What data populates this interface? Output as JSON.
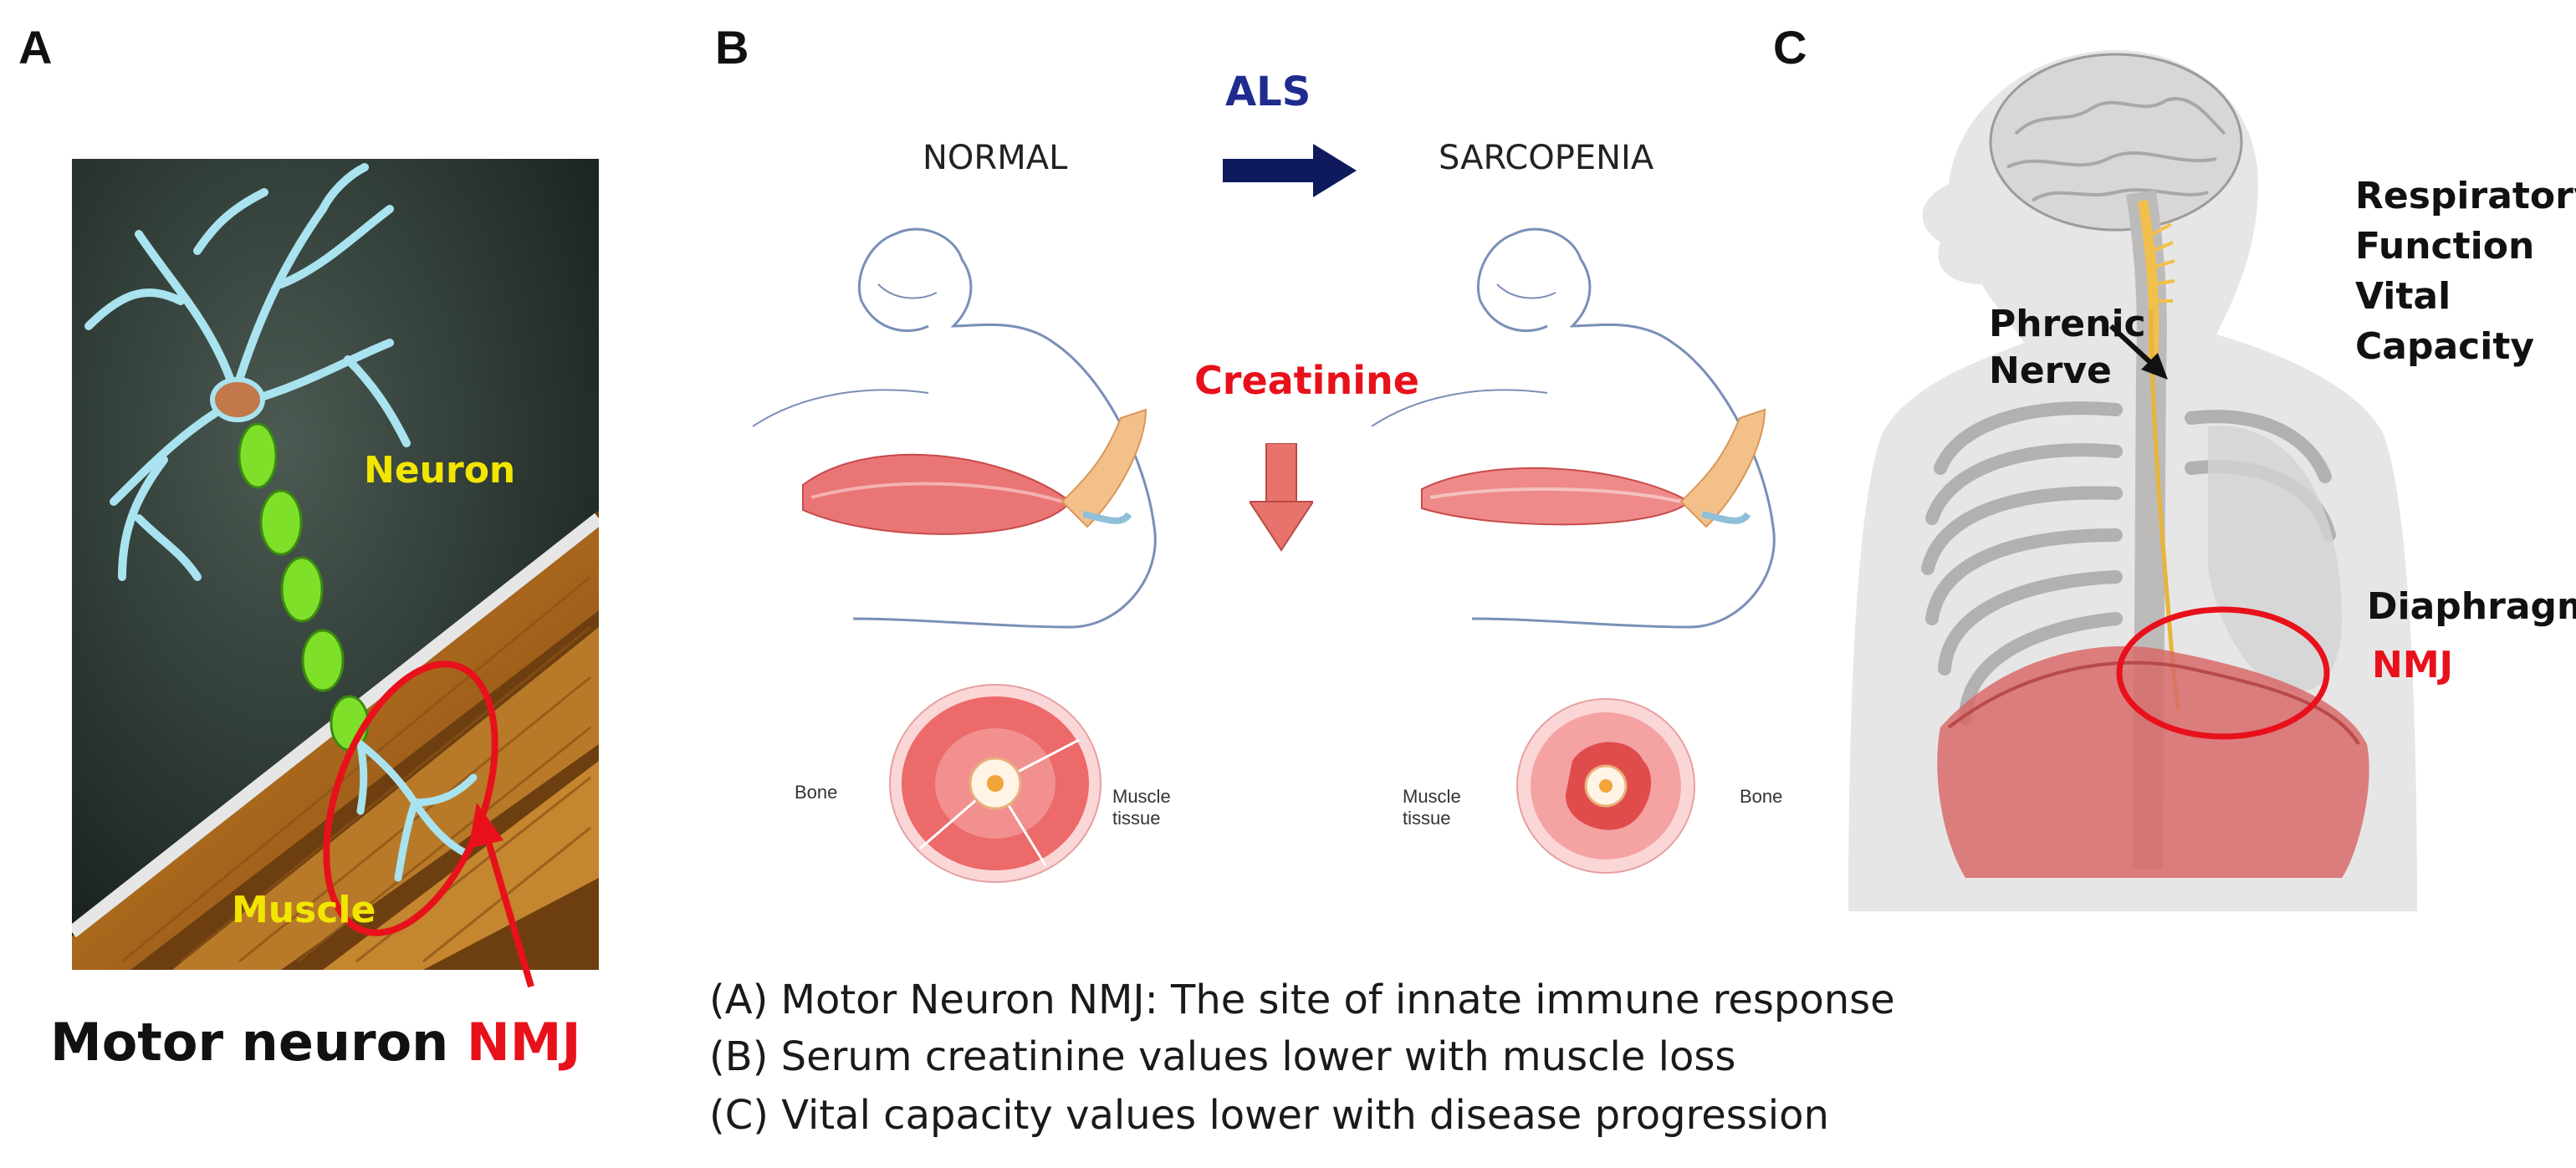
{
  "panels": {
    "a": {
      "letter": "A",
      "neuron_label": "Neuron",
      "muscle_label": "Muscle",
      "caption_prefix": "Motor neuron",
      "caption_highlight": "NMJ"
    },
    "b": {
      "letter": "B",
      "arrow_label": "ALS",
      "left_title": "NORMAL",
      "right_title": "SARCOPENIA",
      "center_label": "Creatinine",
      "left_cross_section": {
        "bone": "Bone",
        "muscle_line1": "Muscle",
        "muscle_line2": "tissue"
      },
      "right_cross_section": {
        "muscle_line1": "Muscle",
        "muscle_line2": "tissue",
        "bone": "Bone"
      }
    },
    "c": {
      "letter": "C",
      "right_labels": [
        "Respiratory",
        "Function",
        "Vital",
        "Capacity"
      ],
      "nerve_label_line1": "Phrenic",
      "nerve_label_line2": "Nerve",
      "diaphragm_label": "Diaphragm",
      "nmj_label": "NMJ"
    }
  },
  "captions": [
    "(A) Motor Neuron NMJ: The site of innate immune response",
    "(B) Serum creatinine values lower with muscle loss",
    "(C) Vital capacity values lower with disease progression"
  ],
  "colors": {
    "highlight_red": "#e8111b",
    "label_yellow": "#f2e600",
    "als_blue": "#1f2b8f",
    "arrow_navy": "#0f1a5c",
    "down_arrow": "#e8736c"
  }
}
